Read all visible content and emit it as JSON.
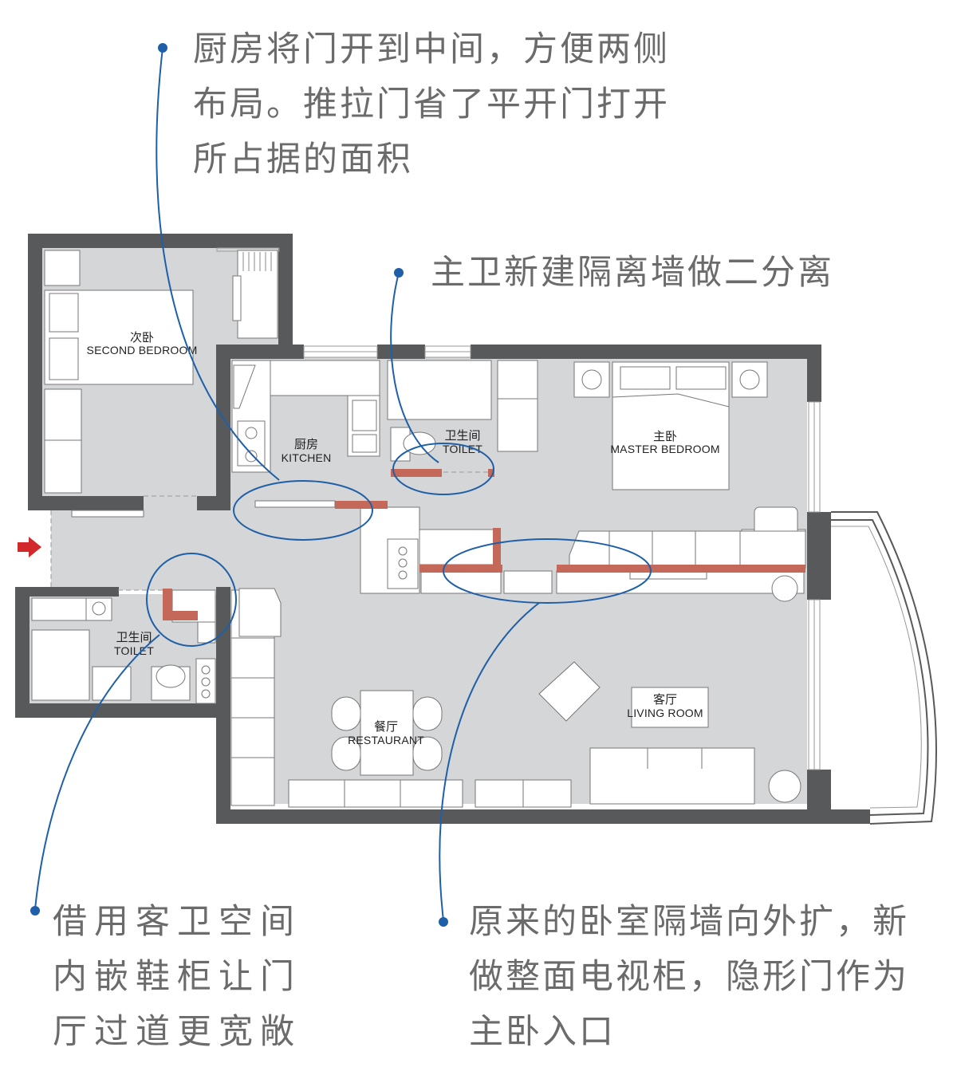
{
  "annotations": {
    "kitchen_door": [
      "厨房将门开到中间，方便两侧",
      "布局。推拉门省了平开门打开",
      "所占据的面积"
    ],
    "master_toilet": [
      "主卫新建隔离墙做二分离"
    ],
    "shoe_cabinet": [
      "借用客卫空间",
      "内嵌鞋柜让门",
      "厅过道更宽敞"
    ],
    "tv_wall": [
      "原来的卧室隔墙向外扩，新",
      "做整面电视柜，隐形门作为",
      "主卧入口"
    ]
  },
  "rooms": {
    "second_bedroom": {
      "zh": "次卧",
      "en": "SECOND BEDROOM"
    },
    "kitchen": {
      "zh": "厨房",
      "en": "KITCHEN"
    },
    "master_toilet": {
      "zh": "卫生间",
      "en": "TOILET"
    },
    "master_bedroom": {
      "zh": "主卧",
      "en": "MASTER BEDROOM"
    },
    "guest_toilet": {
      "zh": "卫生间",
      "en": "TOILET"
    },
    "restaurant": {
      "zh": "餐厅",
      "en": "RESTAURANT"
    },
    "living_room": {
      "zh": "客厅",
      "en": "LIVING ROOM"
    }
  },
  "colors": {
    "wall": "#58595b",
    "floor": "#d5d6d8",
    "new_wall": "#c4695a",
    "callout": "#1f5fa8",
    "entrance_arrow": "#d0282b"
  }
}
